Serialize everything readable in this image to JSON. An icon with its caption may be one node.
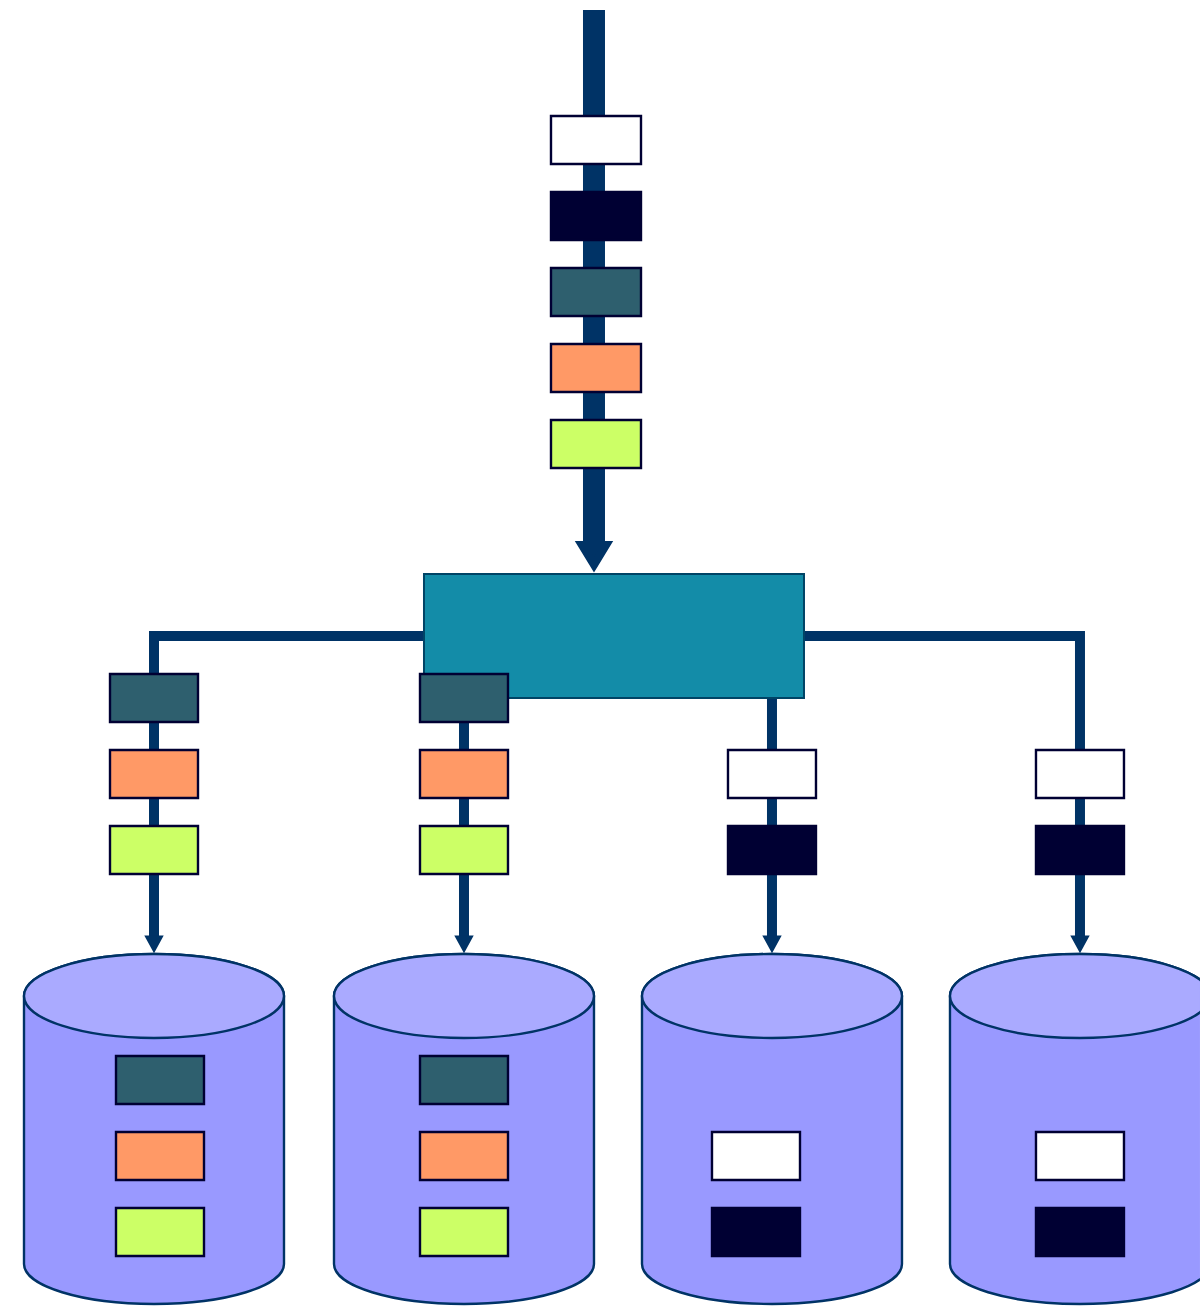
{
  "diagram": {
    "nodes": [
      {
        "text": [],
        "shape": "box"
      },
      {
        "text": [],
        "shape": "cylinder"
      },
      {
        "text": [],
        "shape": "cylinder"
      },
      {
        "text": [],
        "shape": "cylinder"
      },
      {
        "text": [],
        "shape": "cylinder"
      }
    ],
    "edges": [
      {
        "from": null,
        "to": 0,
        "arrow": "to",
        "style": "thick"
      },
      {
        "from": 0,
        "to": 1,
        "arrow": "to"
      },
      {
        "from": 0,
        "to": 2,
        "arrow": "to"
      },
      {
        "from": 0,
        "to": 3,
        "arrow": "to"
      },
      {
        "from": 0,
        "to": 4,
        "arrow": "to"
      }
    ]
  }
}
